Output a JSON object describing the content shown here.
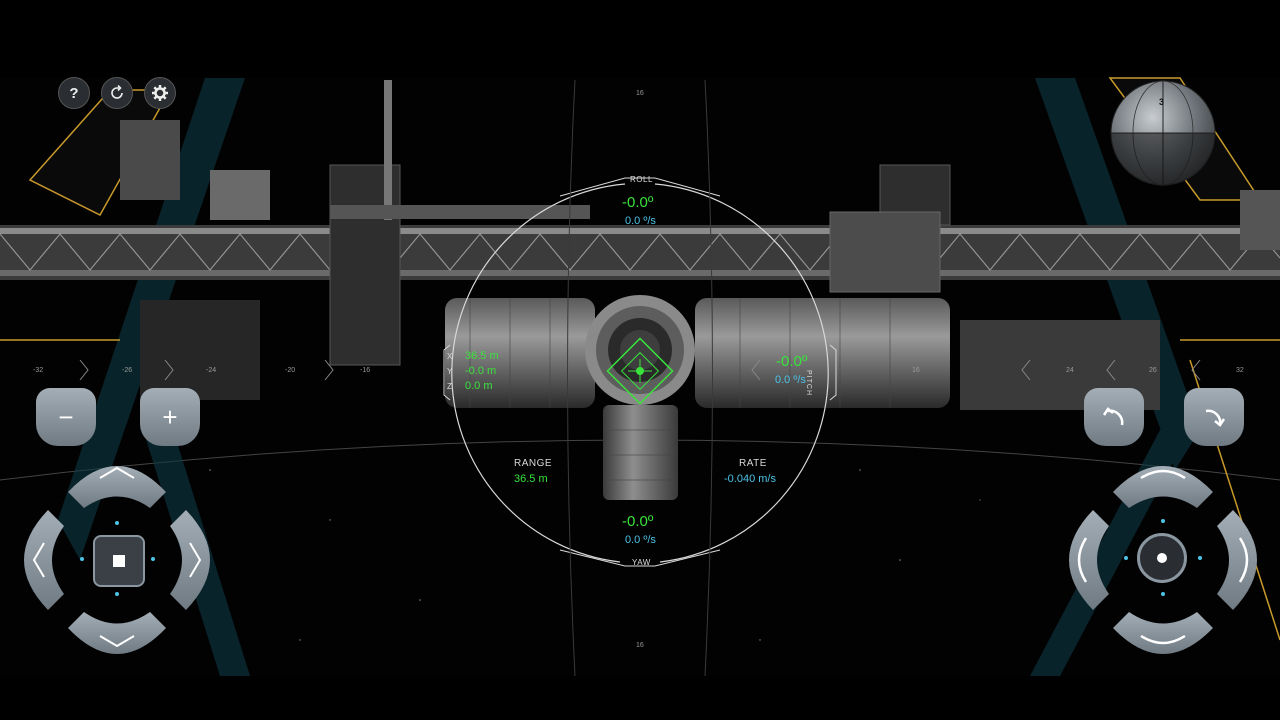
{
  "toolbar": {
    "help_symbol": "?",
    "reset_icon": "refresh-icon",
    "settings_icon": "gear-icon"
  },
  "hud": {
    "roll_label": "ROLL",
    "roll_value": "-0.0º",
    "roll_rate": "0.0 º/s",
    "yaw_label": "YAW",
    "yaw_value": "-0.0º",
    "yaw_rate": "0.0 º/s",
    "pitch_label": "PITCH",
    "pitch_value": "-0.0º",
    "pitch_rate": "0.0 º/s",
    "x_axis": "X",
    "y_axis": "Y",
    "z_axis": "Z",
    "x_value": "36.5 m",
    "y_value": "-0.0 m",
    "z_value": "0.0 m",
    "range_label": "RANGE",
    "range_value": "36.5 m",
    "rate_label": "RATE",
    "rate_value": "-0.040 m/s"
  },
  "scale_ticks": {
    "left": [
      "-32",
      "-26",
      "-24",
      "-20",
      "-16"
    ],
    "right": [
      "16",
      "24",
      "26",
      "32"
    ],
    "top": "16",
    "bottom": "16"
  },
  "controls": {
    "zoom_out_symbol": "−",
    "zoom_in_symbol": "+",
    "translate_stop_icon": "stop-square-icon",
    "rotate_center_icon": "center-dot-icon"
  },
  "attitude_ball": {
    "marker": "3"
  },
  "colors": {
    "hud_green": "#39e33b",
    "hud_blue": "#4cc4e6",
    "button_gray": "#8a96a0"
  }
}
